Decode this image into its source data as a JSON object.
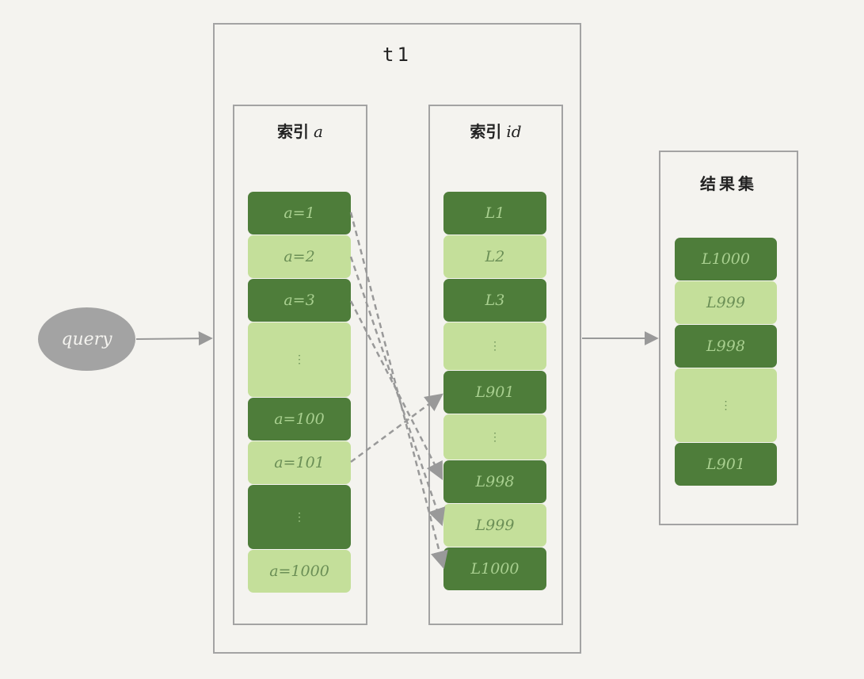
{
  "query": {
    "label": "query"
  },
  "table": {
    "title": "t1"
  },
  "index_a": {
    "title": "索引",
    "var": "a",
    "cells": [
      {
        "label": "a=1",
        "shade": "dark"
      },
      {
        "label": "a=2",
        "shade": "light"
      },
      {
        "label": "a=3",
        "shade": "dark"
      },
      {
        "label": "⋮",
        "shade": "light"
      },
      {
        "label": "a=100",
        "shade": "dark"
      },
      {
        "label": "a=101",
        "shade": "light"
      },
      {
        "label": "⋮",
        "shade": "dark"
      },
      {
        "label": "a=1000",
        "shade": "light"
      }
    ]
  },
  "index_id": {
    "title": "索引",
    "var": "id",
    "cells": [
      {
        "label": "L1",
        "shade": "dark"
      },
      {
        "label": "L2",
        "shade": "light"
      },
      {
        "label": "L3",
        "shade": "dark"
      },
      {
        "label": "⋮",
        "shade": "light"
      },
      {
        "label": "L901",
        "shade": "dark"
      },
      {
        "label": "⋮",
        "shade": "light"
      },
      {
        "label": "L998",
        "shade": "dark"
      },
      {
        "label": "L999",
        "shade": "light"
      },
      {
        "label": "L1000",
        "shade": "dark"
      }
    ]
  },
  "result": {
    "title": "结果集",
    "cells": [
      {
        "label": "L1000",
        "shade": "dark"
      },
      {
        "label": "L999",
        "shade": "light"
      },
      {
        "label": "L998",
        "shade": "dark"
      },
      {
        "label": "⋮",
        "shade": "light"
      },
      {
        "label": "L901",
        "shade": "dark"
      }
    ]
  },
  "colors": {
    "dark_cell": "#4e7d3a",
    "light_cell": "#c4df9a",
    "frame": "#a3a3a3",
    "arrow": "#999999",
    "background": "#f4f3ef"
  }
}
